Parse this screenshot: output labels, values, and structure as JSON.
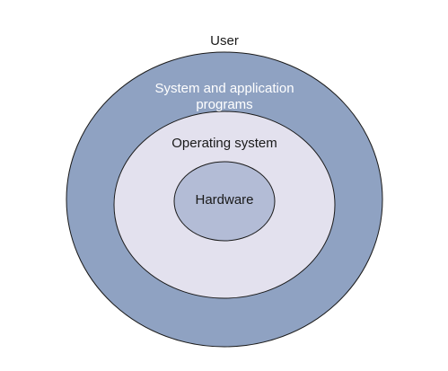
{
  "labels": {
    "user": "User",
    "system_programs_line1": "System and application",
    "system_programs_line2": "programs",
    "operating_system": "Operating system",
    "hardware": "Hardware"
  },
  "colors": {
    "outer_ring": "#8fa2c2",
    "middle_ring": "#e3e1ee",
    "inner_core": "#b3bcd6",
    "outline": "#1a1a1a",
    "text_on_dark": "#ffffff",
    "text_on_light": "#1a1a1a"
  }
}
